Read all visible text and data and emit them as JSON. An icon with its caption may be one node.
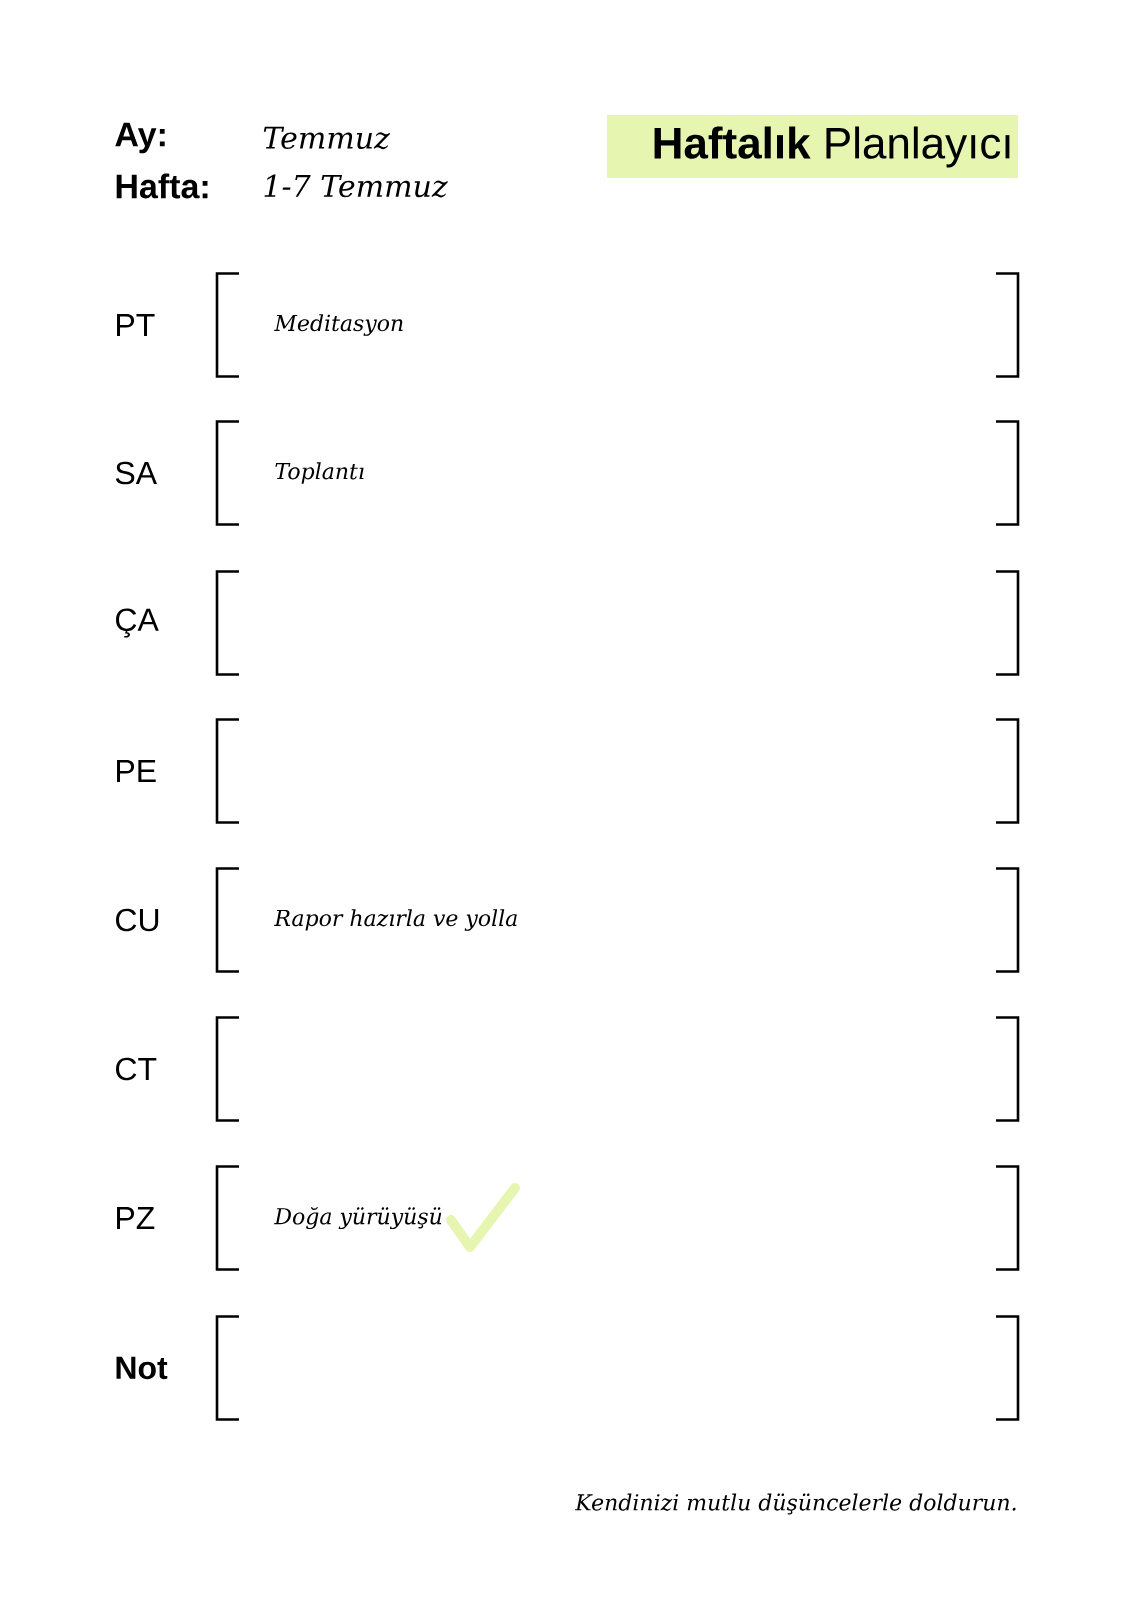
{
  "diagram": {
    "title": "**Haftalık** Planlayıcı",
    "nodes": [
      {
        "text": [
          "PT",
          "Meditasyon"
        ]
      },
      {
        "text": [
          "SA",
          "Toplantı"
        ]
      },
      {
        "text": [
          "ÇA"
        ]
      },
      {
        "text": [
          "PE"
        ]
      },
      {
        "text": [
          "CU",
          "Rapor hazırla ve yolla"
        ]
      },
      {
        "text": [
          "CT"
        ]
      },
      {
        "text": [
          "PZ",
          "Doğa yürüyüşü"
        ]
      },
      {
        "text": [
          "Not"
        ]
      }
    ],
    "labels": [
      "Ay:",
      "Temmuz",
      "Hafta:",
      "1-7 Temmuz",
      "Kendinizi mutlu düşüncelerle doldurun."
    ]
  }
}
